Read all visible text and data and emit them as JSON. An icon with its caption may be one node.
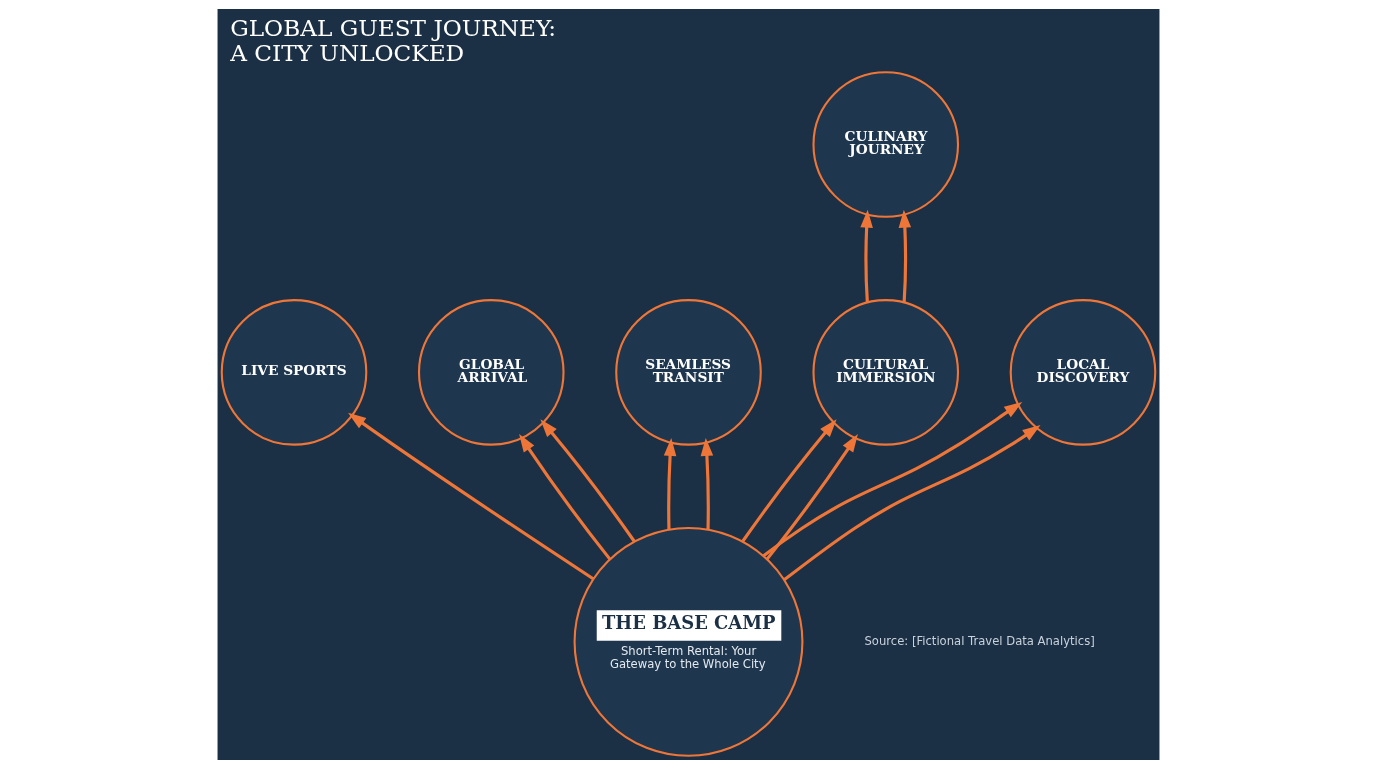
{
  "diagram": {
    "title": "GLOBAL GUEST JOURNEY: A CITY UNLOCKED",
    "nodes": [
      {
        "text": [
          "LIVE SPORTS"
        ]
      },
      {
        "text": [
          "CULINARY JOURNEY"
        ]
      },
      {
        "text": [
          "GLOBAL ARRIVAL"
        ]
      },
      {
        "text": [
          "SEAMLESS TRANSIT"
        ]
      },
      {
        "text": [
          "CULTURAL IMMERSION"
        ]
      },
      {
        "text": [
          "THE BASE CAMP",
          "Short-Term Rental: Your Gateway to the Whole City"
        ]
      },
      {
        "text": [
          "LOCAL DISCOVERY"
        ]
      }
    ],
    "edges": [
      {
        "from": 5,
        "to": 0,
        "arrow": "to"
      },
      {
        "from": 4,
        "to": 1,
        "arrow": "to"
      },
      {
        "from": 4,
        "to": 1,
        "arrow": "to"
      },
      {
        "from": 5,
        "to": 4,
        "arrow": "to"
      },
      {
        "from": 5,
        "to": 4,
        "arrow": "to"
      },
      {
        "from": 5,
        "to": 2,
        "arrow": "to"
      },
      {
        "from": 5,
        "to": 2,
        "arrow": "to"
      },
      {
        "from": 5,
        "to": 3,
        "arrow": "to"
      },
      {
        "from": 5,
        "to": 3,
        "arrow": "to"
      },
      {
        "from": 5,
        "to": 6,
        "arrow": "to"
      },
      {
        "from": 5,
        "to": 6,
        "arrow": "to"
      }
    ],
    "labels": [
      "Source: [Fictional Travel Data Analytics]"
    ]
  }
}
